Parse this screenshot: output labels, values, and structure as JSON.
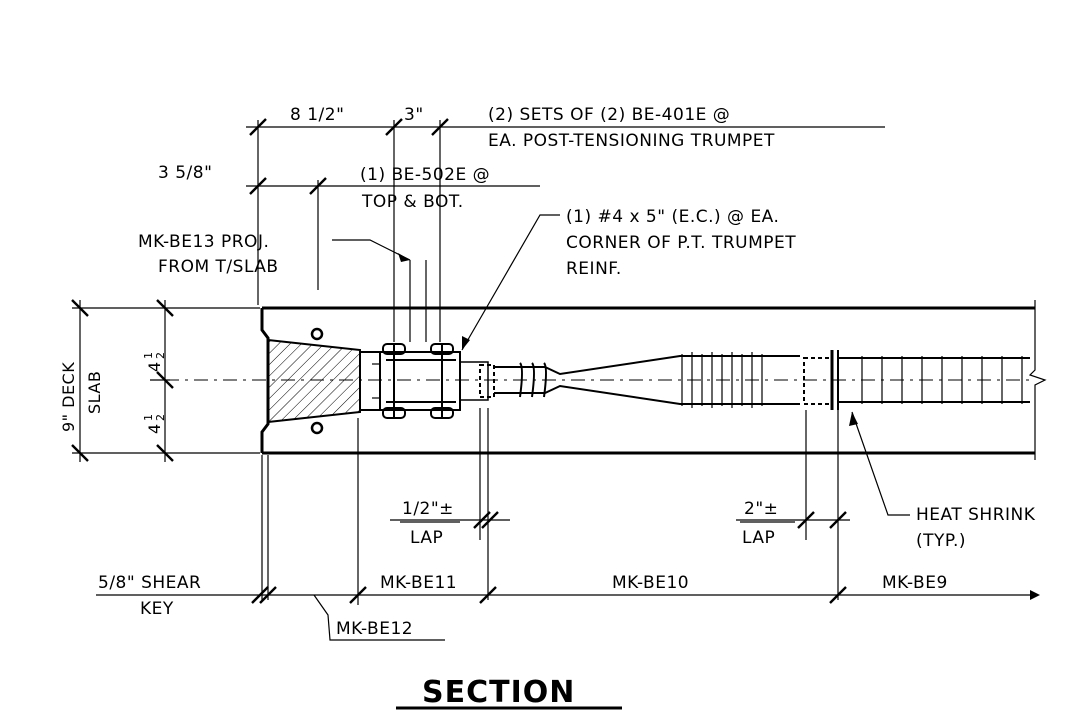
{
  "drawing": {
    "title": "SECTION",
    "dimensions": {
      "dim_8_5": "8 1/2\"",
      "dim_3": "3\"",
      "dim_3_5_8": "3 5/8\"",
      "deck_slab_line1": "9\" DECK",
      "deck_slab_line2": "SLAB",
      "half_top": "4",
      "half_bottom": "4",
      "half_frac_num": "1",
      "half_frac_den": "2",
      "lap_half": "1/2\"±",
      "lap_half_word": "LAP",
      "lap_two": "2\"±",
      "lap_two_word": "LAP"
    },
    "notes": {
      "be401_line1": "(2) SETS OF (2) BE-401E @",
      "be401_line2": "EA. POST-TENSIONING TRUMPET",
      "be502_line1": "(1) BE-502E @",
      "be502_line2": "TOP & BOT.",
      "bar_line1": "(1) #4 x 5\" (E.C.) @ EA.",
      "bar_line2": "CORNER OF P.T. TRUMPET",
      "bar_line3": "REINF.",
      "mk13_line1": "MK-BE13 PROJ.",
      "mk13_line2": "FROM T/SLAB",
      "heat_line1": "HEAT SHRINK",
      "heat_line2": "(TYP.)"
    },
    "bottom_labels": {
      "shear_line1": "5/8\" SHEAR",
      "shear_line2": "KEY",
      "mk11": "MK-BE11",
      "mk10": "MK-BE10",
      "mk9": "MK-BE9",
      "mk12": "MK-BE12"
    }
  }
}
